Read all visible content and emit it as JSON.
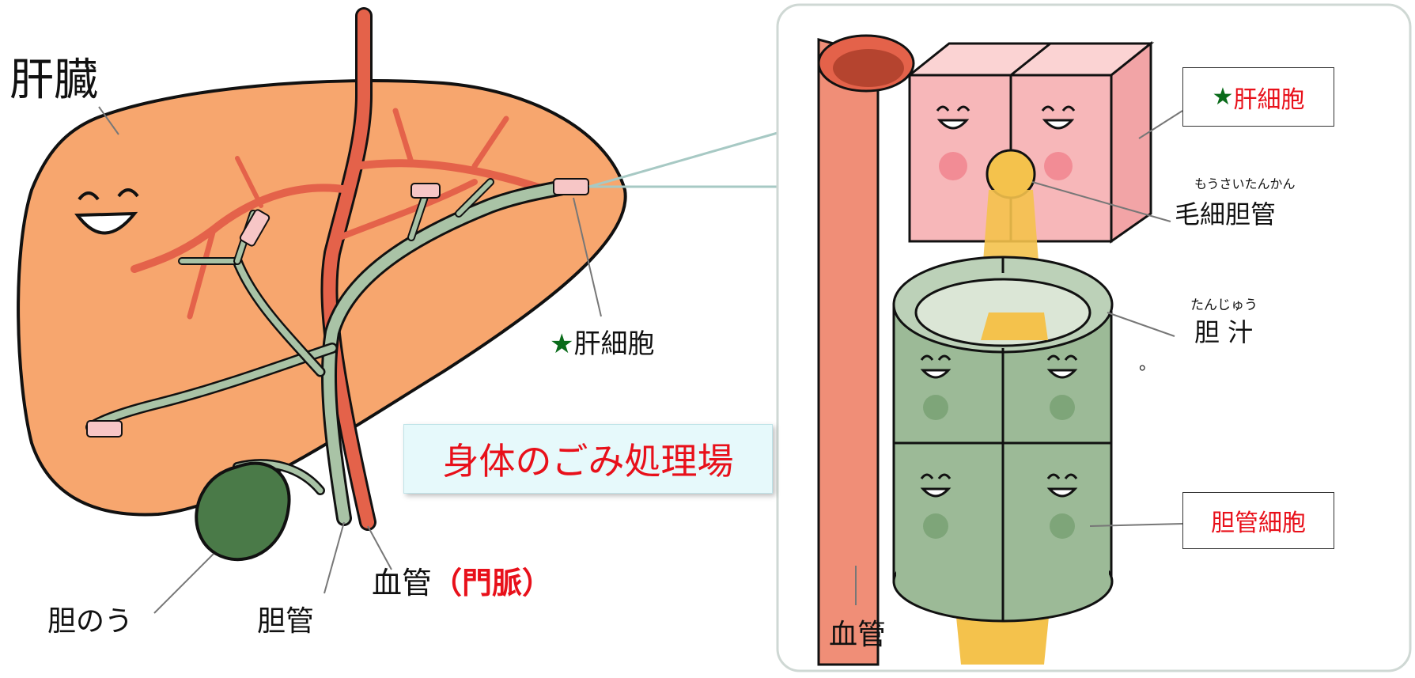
{
  "left": {
    "title": "肝臓",
    "labels": {
      "gallbladder": "胆のう",
      "bile_duct": "胆管",
      "vessel": "血管",
      "portal_vein": "（門脈）",
      "hepatocyte_star": "★",
      "hepatocyte": "肝細胞"
    },
    "banner": "身体のごみ処理場"
  },
  "right": {
    "hepatocyte_box": {
      "star": "★",
      "label": "肝細胞"
    },
    "bile_canaliculus": {
      "ruby": "もうさいたんかん",
      "label": "毛細胆管"
    },
    "bile": {
      "ruby": "たんじゅう",
      "label": "胆 汁"
    },
    "stray_mark": "。",
    "cholangiocyte_box": "胆管細胞",
    "vessel": "血管"
  },
  "colors": {
    "liver": "#f7a66e",
    "vessel": "#e4624a",
    "duct": "#a9c3a6",
    "gallbladder": "#4a7a48",
    "hepatocyte_cell": "#f7b7b9",
    "cholangiocyte_cell": "#9cba97",
    "bile": "#f4c24c",
    "banner_bg": "#e6f9fb",
    "accent_red": "#e8101a",
    "star_green": "#0a6b1a"
  }
}
